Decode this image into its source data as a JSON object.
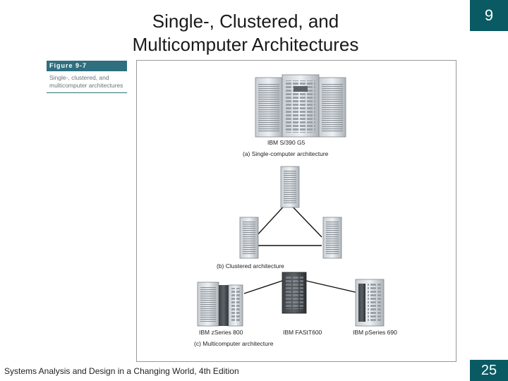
{
  "slide": {
    "title_line1": "Single-, Clustered, and",
    "title_line2": "Multicomputer Architectures",
    "chapter_number": "9",
    "page_number": "25",
    "footer_text": "Systems Analysis and Design in a Changing World, 4th Edition"
  },
  "figure": {
    "tag": "Figure 9-7",
    "description": "Single-, clustered, and multicomputer architectures",
    "labels": {
      "mainframe": "IBM S/390 G5",
      "section_a": "(a) Single-computer architecture",
      "section_b": "(b) Clustered architecture",
      "zseries": "IBM zSeries 800",
      "fastt": "IBM FAStT600",
      "pseries": "IBM pSeries 690",
      "section_c": "(c) Multicomputer architecture"
    }
  },
  "colors": {
    "accent": "#0a5a63",
    "figure_tag": "#2f6f7f"
  }
}
